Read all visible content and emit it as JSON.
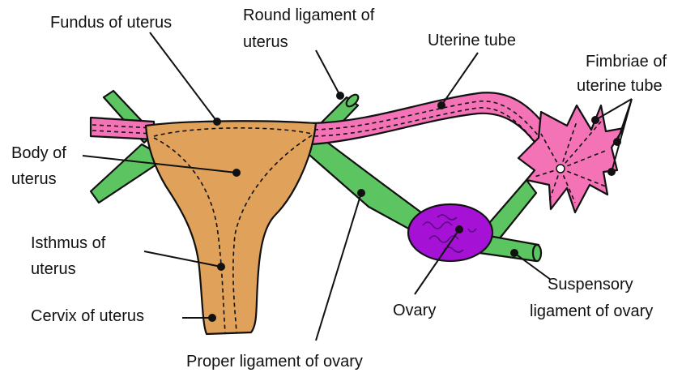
{
  "labels": {
    "fundus": "Fundus of uterus",
    "round_ligament_1": "Round ligament of",
    "round_ligament_2": "uterus",
    "uterine_tube": "Uterine tube",
    "fimbriae_1": "Fimbriae of",
    "fimbriae_2": "uterine tube",
    "body_1": "Body of",
    "body_2": "uterus",
    "isthmus_1": "Isthmus of",
    "isthmus_2": "uterus",
    "cervix": "Cervix of uterus",
    "ovary": "Ovary",
    "suspensory_1": "Suspensory",
    "suspensory_2": "ligament of ovary",
    "proper_ligament": "Proper ligament of ovary"
  },
  "colors": {
    "uterus": "#e0a15a",
    "tube": "#f472b6",
    "ligament": "#5cc460",
    "ovary": "#a512d6",
    "ovary_texture": "#5a0a80"
  }
}
